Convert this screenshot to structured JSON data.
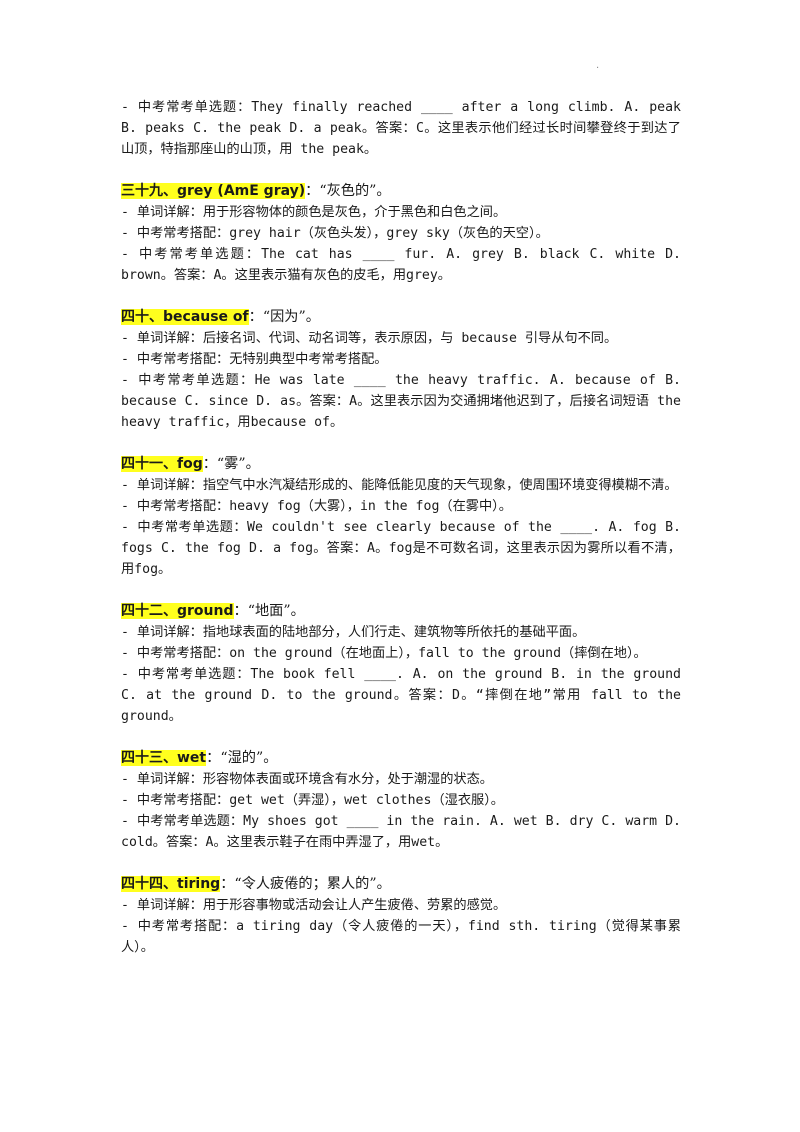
{
  "page_mark": ".",
  "lead": {
    "question": "- 中考常考单选题：They finally reached ____ after a long climb. A. peak  B. peaks  C. the peak  D. a peak。答案：C。这里表示他们经过长时间攀登终于到达了山顶，特指那座山的山顶，用 the peak。"
  },
  "entries": [
    {
      "heading": "三十九、grey (AmE gray)",
      "gloss": "：“灰色的”。",
      "detail": "- 单词详解：用于形容物体的颜色是灰色，介于黑色和白色之间。",
      "collocation": "- 中考常考搭配：grey hair（灰色头发），grey sky（灰色的天空）。",
      "question": "- 中考常考单选题：The cat has ____ fur. A. grey  B. black  C. white  D. brown。答案：A。这里表示猫有灰色的皮毛，用grey。"
    },
    {
      "heading": "四十、because of",
      "gloss": "：“因为”。",
      "detail": "- 单词详解：后接名词、代词、动名词等，表示原因，与 because 引导从句不同。",
      "collocation": "- 中考常考搭配：无特别典型中考常考搭配。",
      "question": "- 中考常考单选题：He was late ____ the heavy traffic. A. because of  B. because  C. since  D. as。答案：A。这里表示因为交通拥堵他迟到了，后接名词短语 the heavy traffic，用because of。"
    },
    {
      "heading": "四十一、fog",
      "gloss": "：“雾”。",
      "detail": "- 单词详解：指空气中水汽凝结形成的、能降低能见度的天气现象，使周围环境变得模糊不清。",
      "collocation": "- 中考常考搭配：heavy fog（大雾），in the fog（在雾中）。",
      "question": "- 中考常考单选题：We couldn't see clearly because of the ____. A. fog  B. fogs  C. the fog  D. a fog。答案：A。fog是不可数名词，这里表示因为雾所以看不清，用fog。"
    },
    {
      "heading": "四十二、ground",
      "gloss": "：“地面”。",
      "detail": "- 单词详解：指地球表面的陆地部分，人们行走、建筑物等所依托的基础平面。",
      "collocation": "- 中考常考搭配：on the ground（在地面上），fall to the ground（摔倒在地）。",
      "question": "- 中考常考单选题：The book fell ____. A. on the ground  B. in the ground  C. at the ground  D. to the ground。答案：D。“摔倒在地”常用 fall to the ground。"
    },
    {
      "heading": "四十三、wet",
      "gloss": "：“湿的”。",
      "detail": "- 单词详解：形容物体表面或环境含有水分，处于潮湿的状态。",
      "collocation": "- 中考常考搭配：get wet（弄湿），wet clothes（湿衣服）。",
      "question": "- 中考常考单选题：My shoes got ____ in the rain. A. wet  B. dry  C. warm  D. cold。答案：A。这里表示鞋子在雨中弄湿了，用wet。"
    },
    {
      "heading": "四十四、tiring",
      "gloss": "：“令人疲倦的；累人的”。",
      "detail": "- 单词详解：用于形容事物或活动会让人产生疲倦、劳累的感觉。",
      "collocation": "- 中考常考搭配：a tiring day（令人疲倦的一天），find sth. tiring（觉得某事累人）。"
    }
  ]
}
